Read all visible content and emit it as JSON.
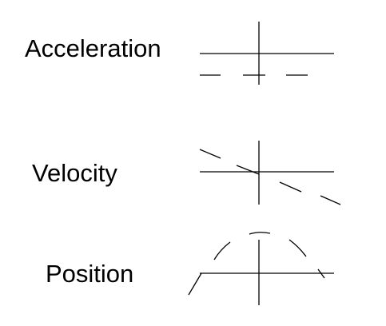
{
  "rows": [
    {
      "label": "Acceleration"
    },
    {
      "label": "Velocity"
    },
    {
      "label": "Position"
    }
  ],
  "ink_color": "#000000",
  "background_color": "#ffffff"
}
